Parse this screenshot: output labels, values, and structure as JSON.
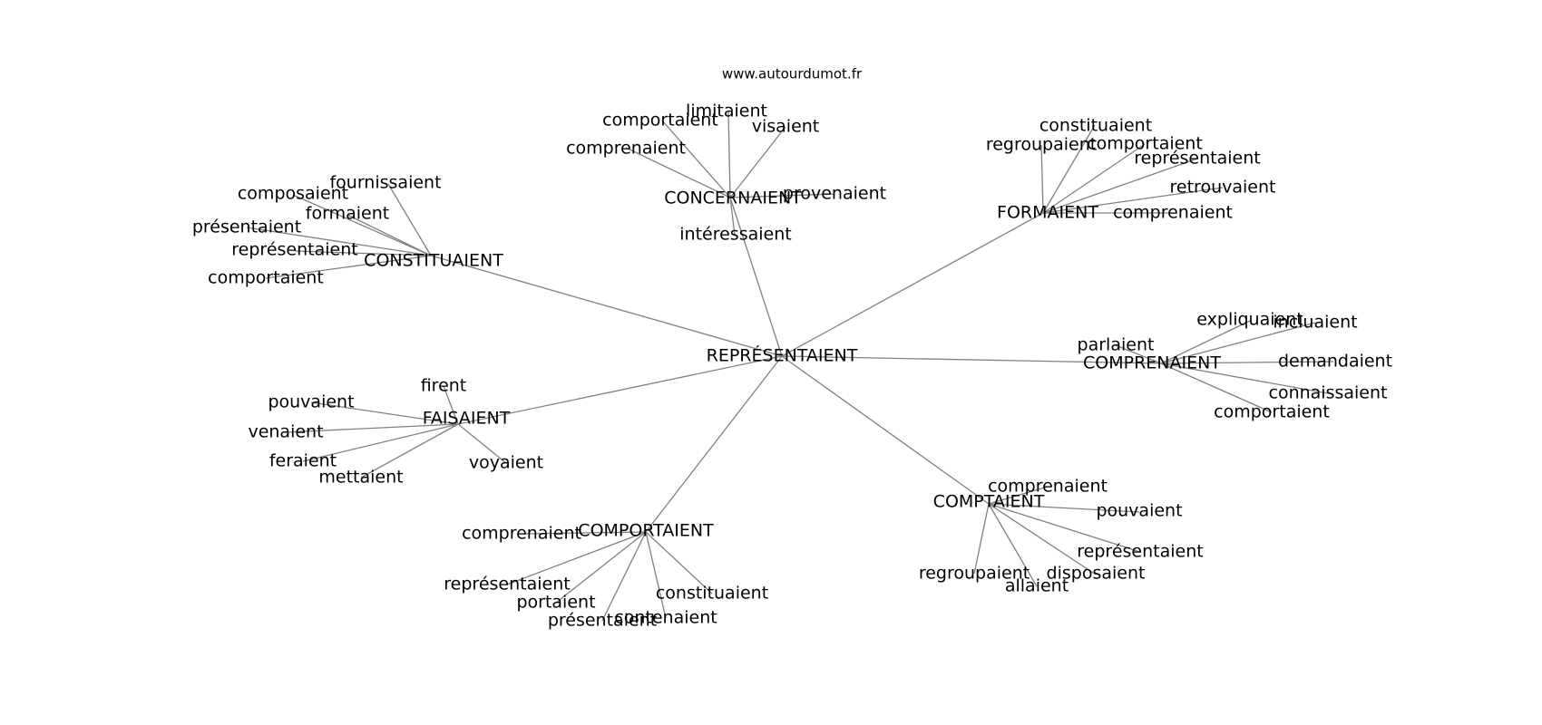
{
  "source": "www.autourdumot.fr",
  "colors": {
    "edge": "#808080",
    "text": "#000000",
    "background": "#ffffff"
  },
  "graph": {
    "center": "REPRÉSENTAIENT",
    "clusters": [
      {
        "hub": "CONCERNAIENT",
        "leaves": [
          "limitaient",
          "comportaient",
          "visaient",
          "comprenaient",
          "provenaient",
          "intéressaient"
        ]
      },
      {
        "hub": "FORMAIENT",
        "leaves": [
          "constituaient",
          "regroupaient",
          "comportaient",
          "représentaient",
          "retrouvaient",
          "comprenaient"
        ]
      },
      {
        "hub": "CONSTITUAIENT",
        "leaves": [
          "fournissaient",
          "composaient",
          "formaient",
          "présentaient",
          "représentaient",
          "comportaient"
        ]
      },
      {
        "hub": "COMPRENAIENT",
        "leaves": [
          "expliquaient",
          "incluaient",
          "parlaient",
          "demandaient",
          "connaissaient",
          "comportaient"
        ]
      },
      {
        "hub": "FAISAIENT",
        "leaves": [
          "firent",
          "pouvaient",
          "venaient",
          "feraient",
          "mettaient",
          "voyaient"
        ]
      },
      {
        "hub": "COMPTAIENT",
        "leaves": [
          "comprenaient",
          "pouvaient",
          "représentaient",
          "regroupaient",
          "disposaient",
          "allaient"
        ]
      },
      {
        "hub": "COMPORTAIENT",
        "leaves": [
          "comprenaient",
          "représentaient",
          "portaient",
          "constituaient",
          "contenaient",
          "présentaient"
        ]
      }
    ]
  }
}
